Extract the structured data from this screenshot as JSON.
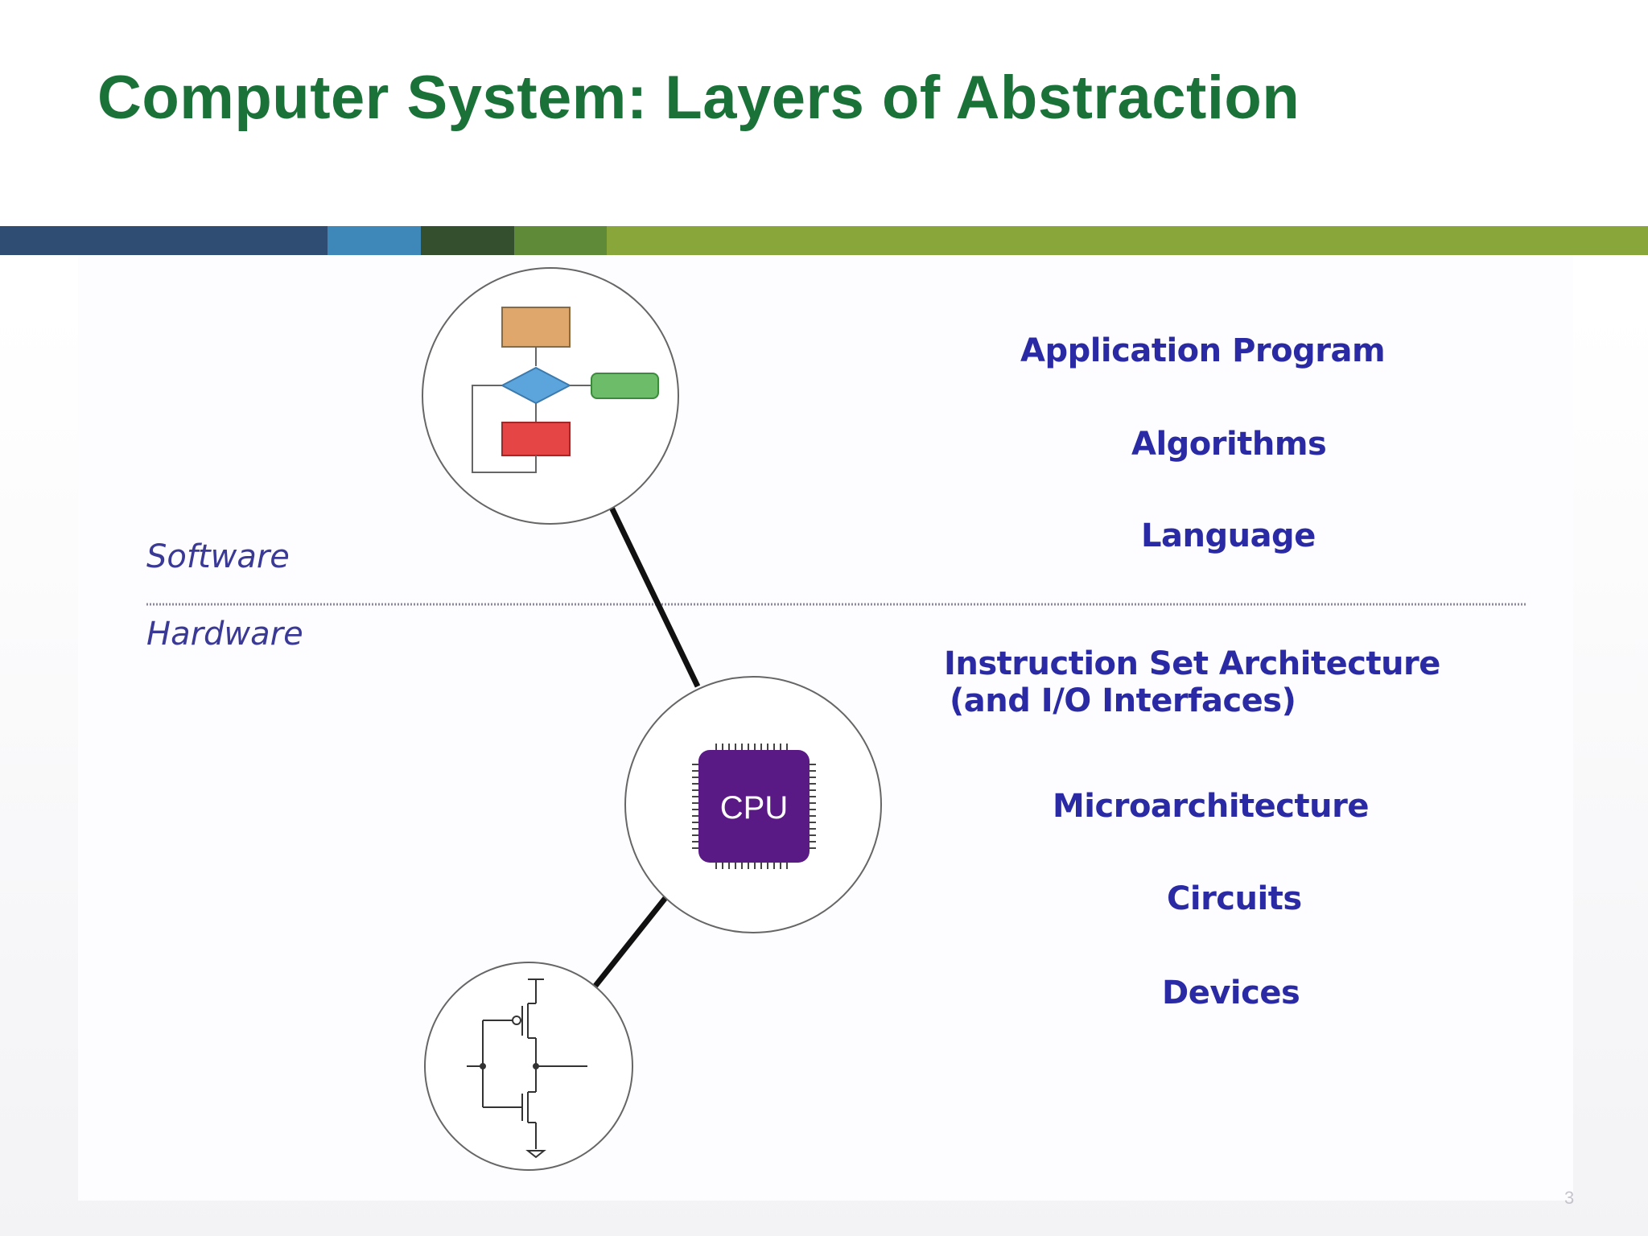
{
  "title": "Computer System: Layers of Abstraction",
  "colors": {
    "title": "#1b7239",
    "layer_text": "#2a2aa4",
    "side_text": "#3a3a96",
    "bars": [
      "#2f4c72",
      "#3d88b8",
      "#344f2e",
      "#5f8a38",
      "#89a63a"
    ],
    "cpu_chip": "#5a1a86"
  },
  "diagram": {
    "divider": {
      "upper_label": "Software",
      "lower_label": "Hardware"
    },
    "layers": [
      "Application Program",
      "Algorithms",
      "Language",
      "Instruction Set Architecture",
      "(and I/O Interfaces)",
      "Microarchitecture",
      "Circuits",
      "Devices"
    ],
    "chip_label": "CPU",
    "icons": [
      "flowchart-icon",
      "cpu-chip-icon",
      "transistor-circuit-icon"
    ]
  },
  "page_number": "3"
}
